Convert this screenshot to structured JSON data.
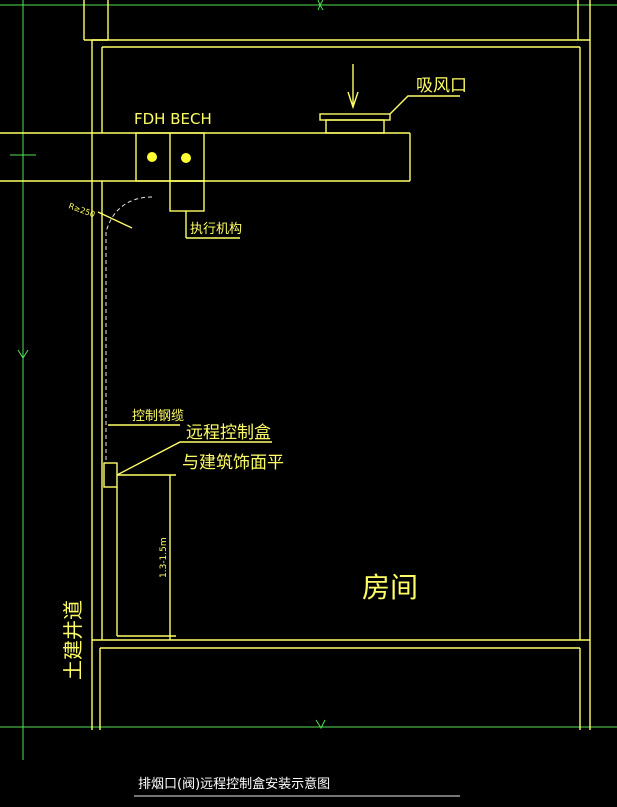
{
  "labels": {
    "fdh_bech": "FDH BECH",
    "intake": "吸风口",
    "actuator": "执行机构",
    "radius": "R≥250",
    "cable": "控制钢缆",
    "remote_box_line1": "远程控制盒",
    "remote_box_line2": "与建筑饰面平",
    "height": "1.3-1.5m",
    "room": "房间",
    "shaft": "土建井道",
    "caption": "排烟口(阀)远程控制盒安装示意图"
  },
  "colors": {
    "background": "#000000",
    "wall_lines": "#ffff66",
    "dimension_lines": "#55e055",
    "caption_text": "#ffffff",
    "dots": "#ffff33"
  }
}
